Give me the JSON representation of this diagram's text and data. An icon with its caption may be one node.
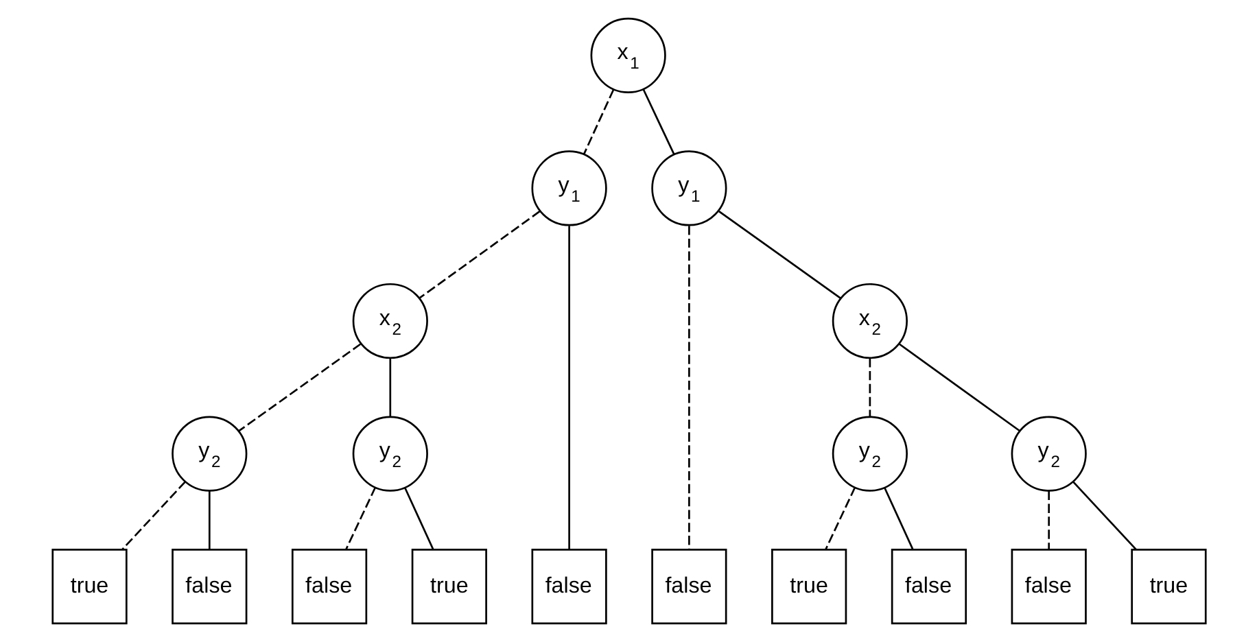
{
  "diagram": {
    "nodes": [
      {
        "text": [
          "x$_{1}$"
        ]
      },
      {
        "text": [
          "y$_{1}$"
        ]
      },
      {
        "text": [
          "y$_{1}$"
        ]
      },
      {
        "text": [
          "x$_{2}$"
        ]
      },
      {
        "text": [
          "x$_{2}$"
        ]
      },
      {
        "text": [
          "y$_{2}$"
        ]
      },
      {
        "text": [
          "y$_{2}$"
        ]
      },
      {
        "text": [
          "y$_{2}$"
        ]
      },
      {
        "text": [
          "y$_{2}$"
        ]
      },
      {
        "text": [
          "true"
        ]
      },
      {
        "text": [
          "false"
        ]
      },
      {
        "text": [
          "false"
        ]
      },
      {
        "text": [
          "true"
        ]
      },
      {
        "text": [
          "false"
        ]
      },
      {
        "text": [
          "false"
        ]
      },
      {
        "text": [
          "true"
        ]
      },
      {
        "text": [
          "false"
        ]
      },
      {
        "text": [
          "false"
        ]
      },
      {
        "text": [
          "true"
        ]
      }
    ],
    "edges": [
      {
        "from": 0,
        "to": 1,
        "arrow": "none",
        "style": "dashed"
      },
      {
        "from": 0,
        "to": 2,
        "arrow": "none"
      },
      {
        "from": 1,
        "to": 3,
        "arrow": "none",
        "style": "dashed"
      },
      {
        "from": 1,
        "to": 13,
        "arrow": "none"
      },
      {
        "from": 2,
        "to": 14,
        "arrow": "none",
        "style": "dashed"
      },
      {
        "from": 2,
        "to": 4,
        "arrow": "none"
      },
      {
        "from": 3,
        "to": 5,
        "arrow": "none",
        "style": "dashed"
      },
      {
        "from": 3,
        "to": 6,
        "arrow": "none"
      },
      {
        "from": 4,
        "to": 7,
        "arrow": "none",
        "style": "dashed"
      },
      {
        "from": 4,
        "to": 8,
        "arrow": "none"
      },
      {
        "from": 5,
        "to": 9,
        "arrow": "none",
        "style": "dashed"
      },
      {
        "from": 5,
        "to": 10,
        "arrow": "none"
      },
      {
        "from": 6,
        "to": 11,
        "arrow": "none",
        "style": "dashed"
      },
      {
        "from": 6,
        "to": 12,
        "arrow": "none"
      },
      {
        "from": 7,
        "to": 15,
        "arrow": "none",
        "style": "dashed"
      },
      {
        "from": 7,
        "to": 16,
        "arrow": "none"
      },
      {
        "from": 8,
        "to": 17,
        "arrow": "none",
        "style": "dashed"
      },
      {
        "from": 8,
        "to": 18,
        "arrow": "none"
      }
    ]
  }
}
